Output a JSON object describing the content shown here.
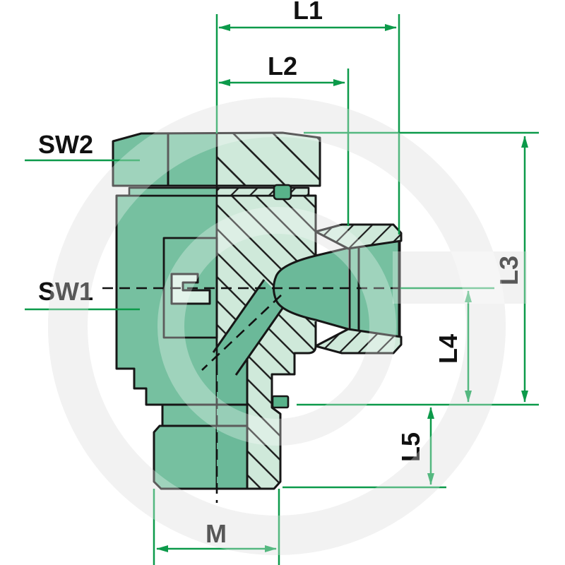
{
  "drawing": {
    "dimensions": {
      "l1": "L1",
      "l2": "L2",
      "l3": "L3",
      "l4": "L4",
      "l5": "L5",
      "m": "M"
    },
    "wrench_sizes": {
      "sw1": "SW1",
      "sw2": "SW2"
    },
    "colors": {
      "dimension_green": "#0c9a4a",
      "part_exterior_green": "#76c0a0",
      "part_section_green": "#cfe9da",
      "part_interior_green": "#6bb999",
      "outline_black": "#161616",
      "watermark_gray": "#ededed"
    }
  }
}
